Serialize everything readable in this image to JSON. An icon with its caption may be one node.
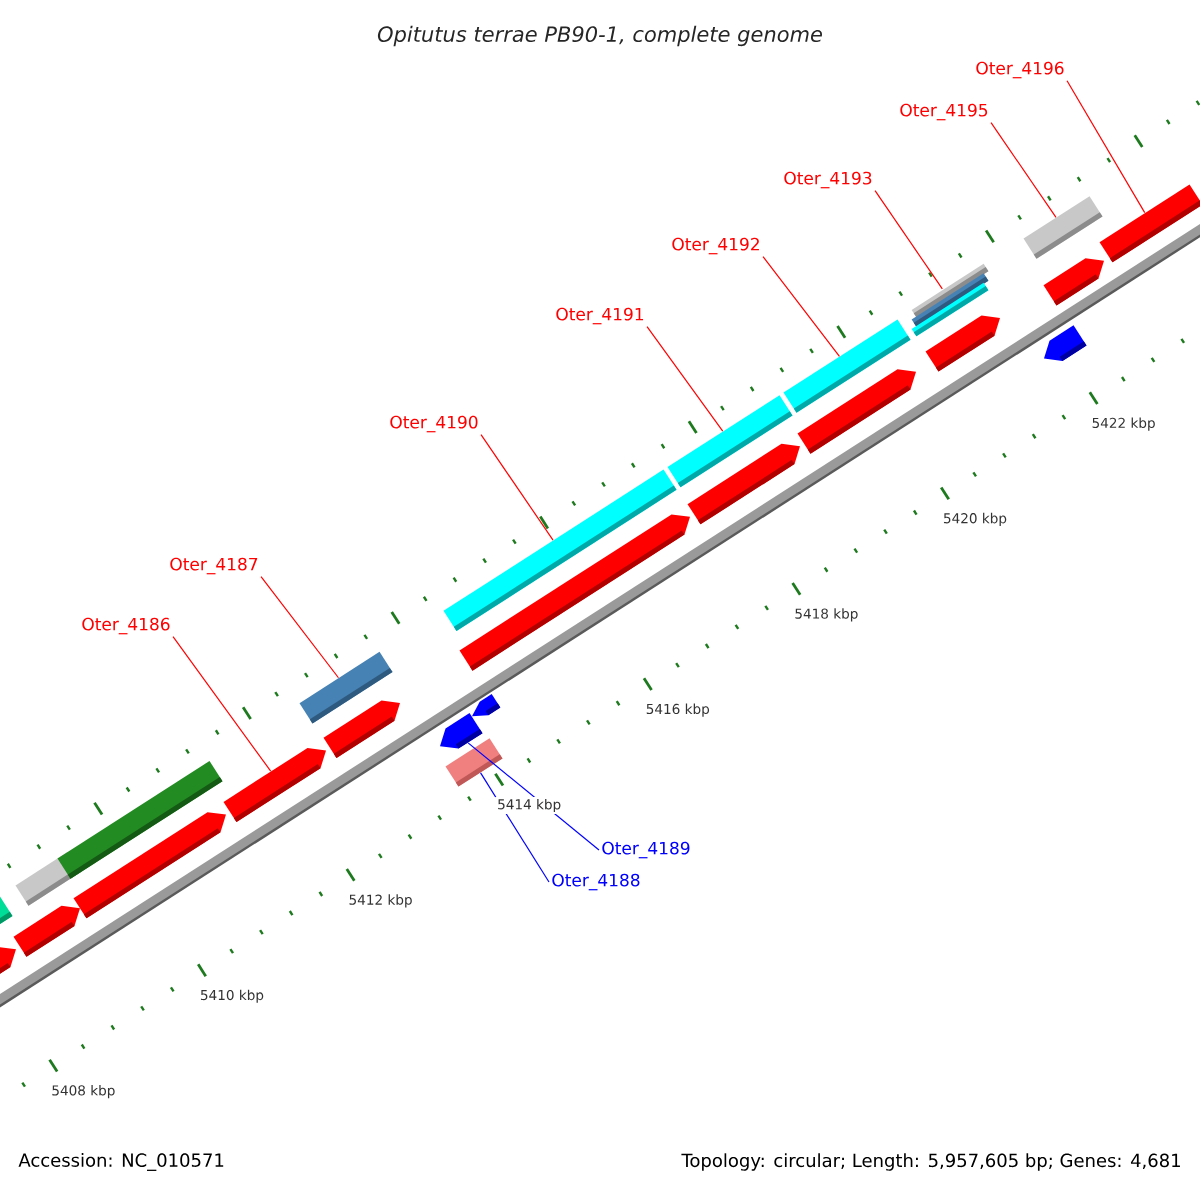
{
  "diagram": {
    "title": "Opitutus terrae PB90-1, complete genome",
    "nodes": [
      {
        "text": [
          "Oter_4196"
        ]
      },
      {
        "text": [
          "Oter_4195"
        ]
      },
      {
        "text": [
          "Oter_4193"
        ]
      },
      {
        "text": [
          "Oter_4192"
        ]
      },
      {
        "text": [
          "Oter_4191"
        ]
      },
      {
        "text": [
          "Oter_4190"
        ]
      },
      {
        "text": [
          "Oter_4187"
        ]
      },
      {
        "text": [
          "Oter_4186"
        ]
      },
      {
        "text": [
          "Oter_4189"
        ]
      },
      {
        "text": [
          "Oter_4188"
        ]
      },
      {
        "text": [],
        "shape": "bar"
      },
      {
        "text": [],
        "shape": "bar"
      },
      {
        "text": [],
        "shape": "bar"
      },
      {
        "text": [],
        "shape": "bar"
      },
      {
        "text": [],
        "shape": "bar"
      },
      {
        "text": [],
        "shape": "bar"
      },
      {
        "text": [],
        "shape": "bar"
      },
      {
        "text": [],
        "shape": "bar"
      },
      {
        "text": [],
        "shape": "bar"
      },
      {
        "text": [],
        "shape": "bar"
      },
      {
        "text": [],
        "shape": "bar"
      },
      {
        "text": [],
        "shape": "bar"
      },
      {
        "text": [],
        "shape": "bar"
      },
      {
        "text": [],
        "shape": "bar"
      },
      {
        "text": [],
        "shape": "bar"
      },
      {
        "text": [],
        "shape": "bar"
      },
      {
        "text": [],
        "shape": "bar"
      },
      {
        "text": [],
        "shape": "bar"
      },
      {
        "text": [],
        "shape": "bar"
      },
      {
        "text": [],
        "shape": "bar"
      },
      {
        "text": [],
        "shape": "bar"
      },
      {
        "text": [],
        "shape": "bar"
      },
      {
        "text": [],
        "shape": "bar"
      },
      {
        "text": [],
        "shape": "bar"
      }
    ],
    "edges": [
      {
        "from": 0,
        "to": 10,
        "arrow": "none"
      },
      {
        "from": 1,
        "to": 11,
        "arrow": "none"
      },
      {
        "from": 2,
        "to": 12,
        "arrow": "none"
      },
      {
        "from": 3,
        "to": 13,
        "arrow": "none"
      },
      {
        "from": 4,
        "to": 14,
        "arrow": "none"
      },
      {
        "from": 5,
        "to": 15,
        "arrow": "none"
      },
      {
        "from": 6,
        "to": 16,
        "arrow": "none"
      },
      {
        "from": 7,
        "to": 17,
        "arrow": "none"
      },
      {
        "from": 8,
        "to": 18,
        "arrow": "none",
        "color": "#0000ff"
      },
      {
        "from": 9,
        "to": 19,
        "arrow": "none",
        "color": "#0000ff"
      }
    ],
    "labels": [
      "5422 kbp",
      "5420 kbp",
      "5418 kbp",
      "5416 kbp",
      "5414 kbp",
      "5412 kbp",
      "5410 kbp",
      "5408 kbp",
      "Accession: NC_010571",
      "Topology: circular; Length: 5,957,605 bp; Genes: 4,681"
    ]
  }
}
